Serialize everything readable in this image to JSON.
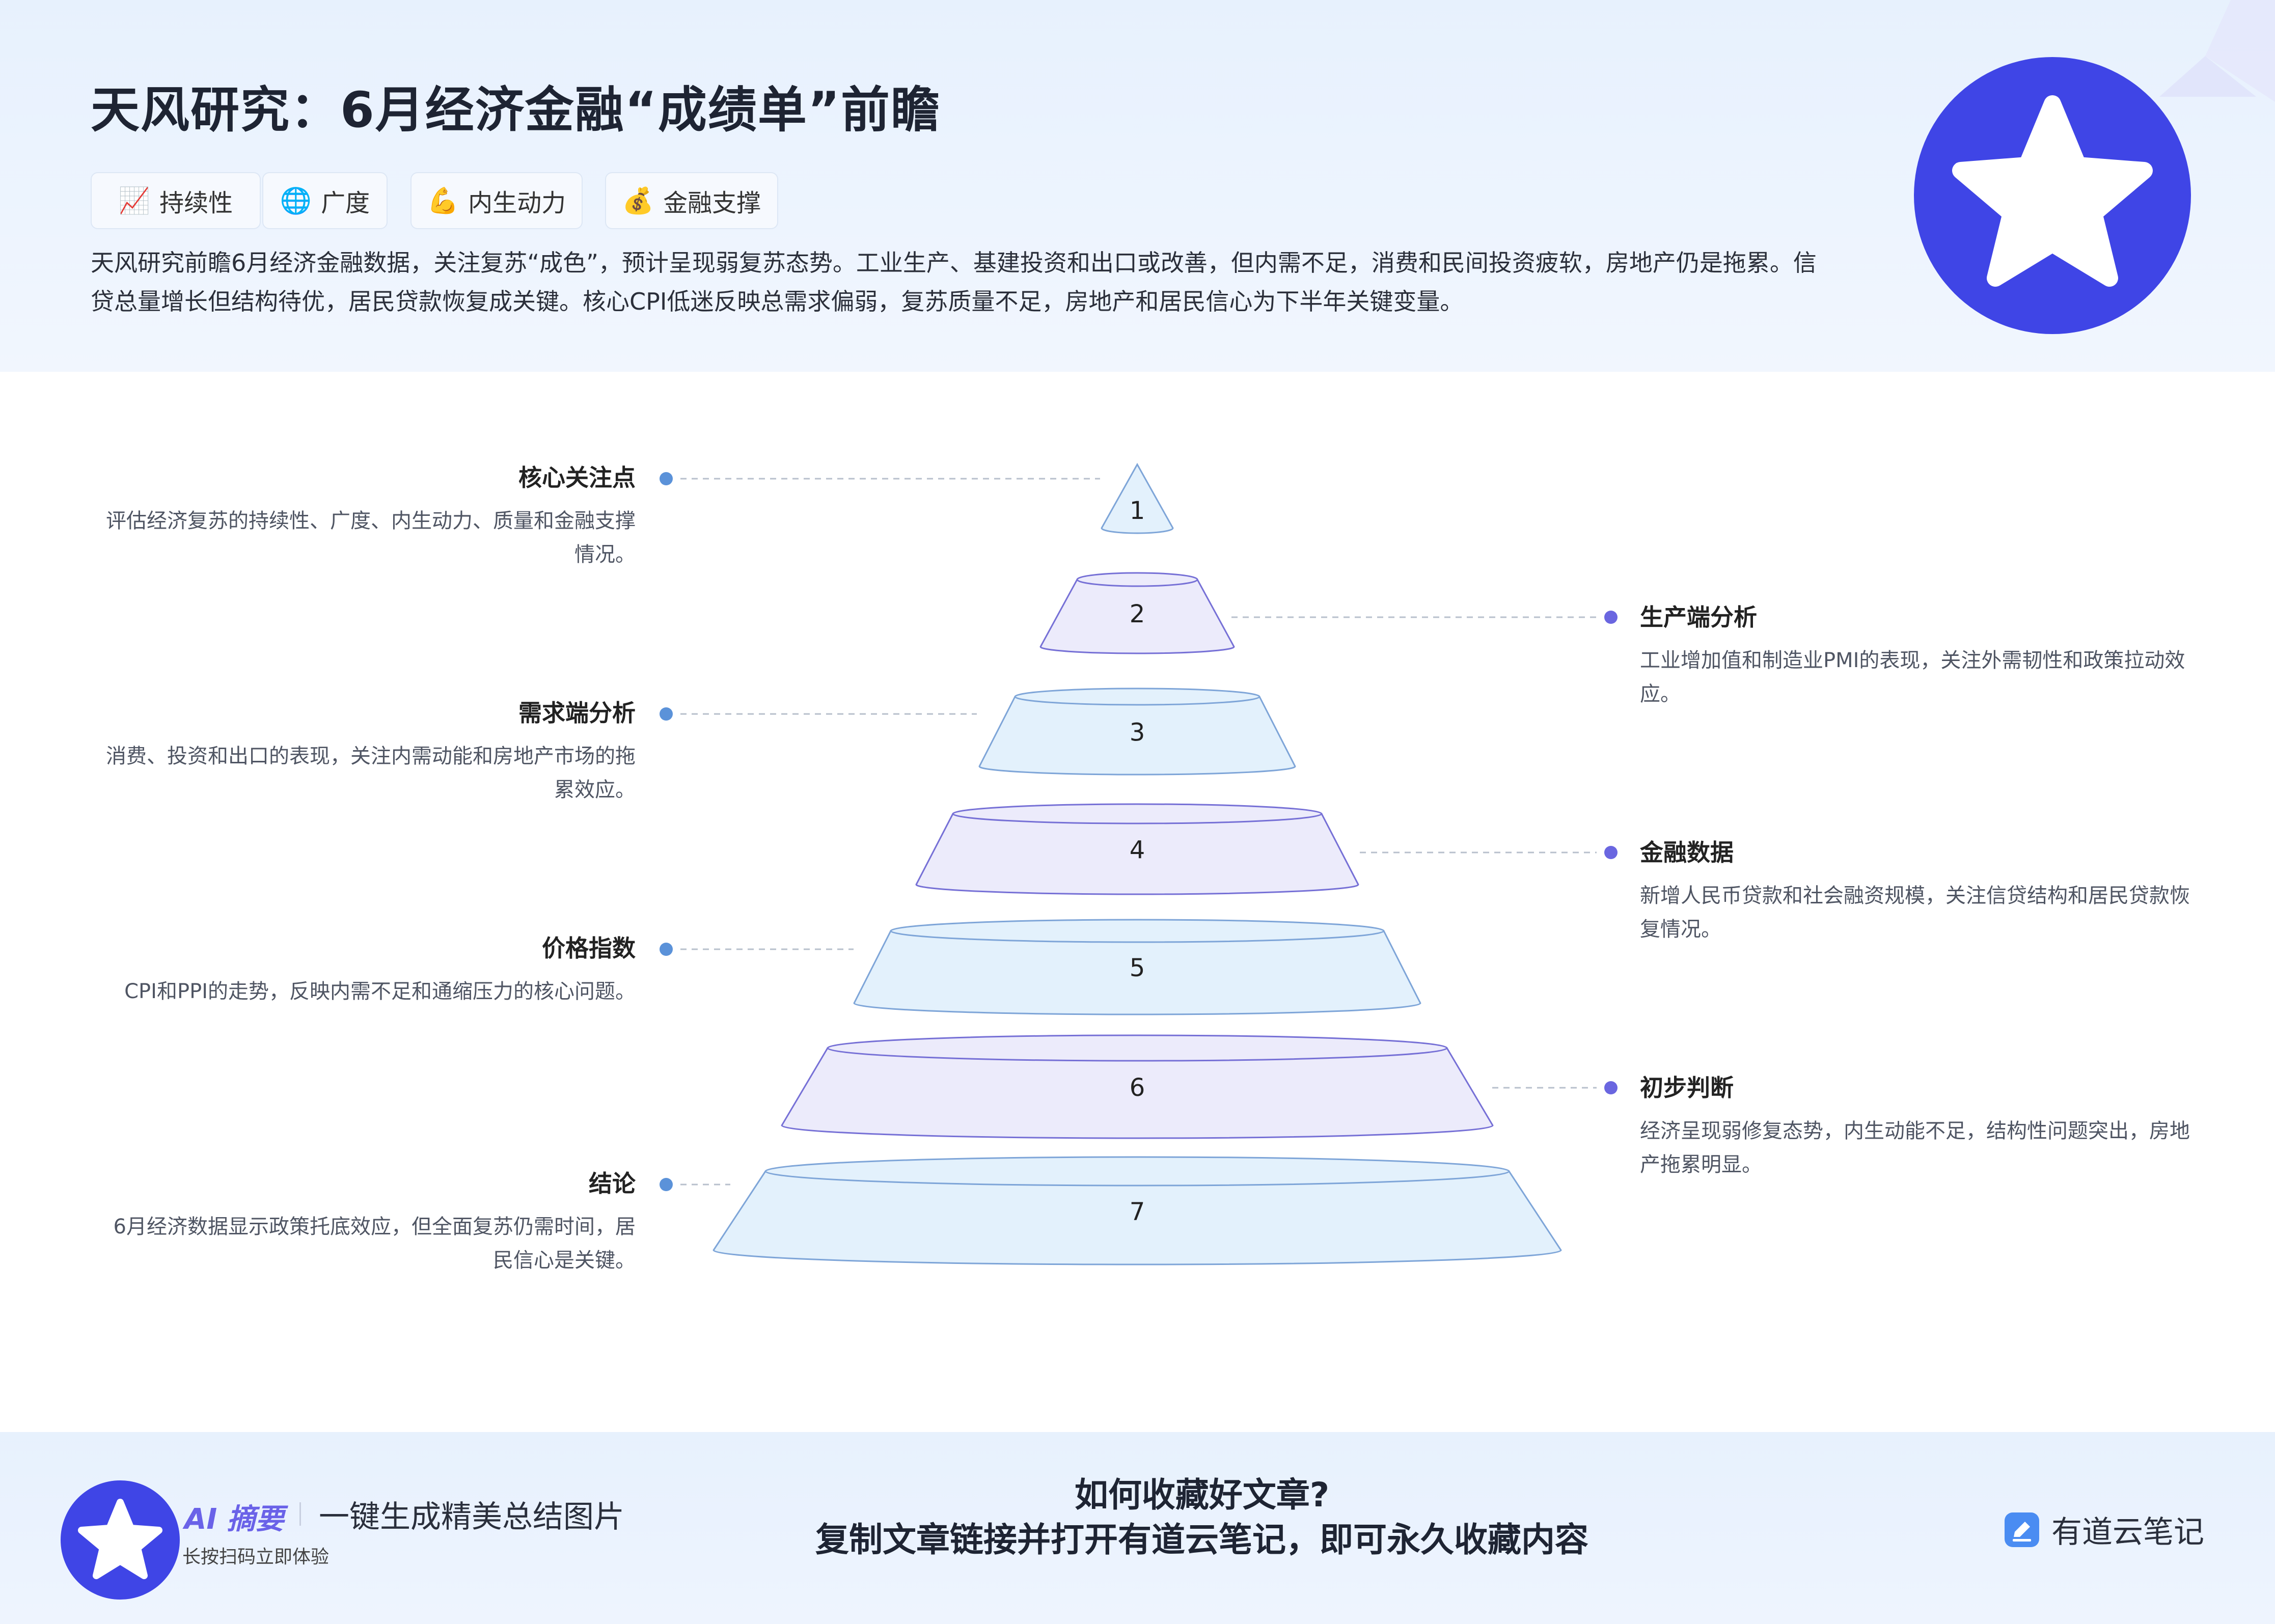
{
  "header": {
    "title": "天风研究：6月经济金融“成绩单”前瞻",
    "tags": [
      {
        "icon": "chart-increasing-icon",
        "emoji": "📈",
        "label": "持续性"
      },
      {
        "icon": "globe-icon",
        "emoji": "🌐",
        "label": "广度"
      },
      {
        "icon": "flexed-biceps-icon",
        "emoji": "💪",
        "label": "内生动力"
      },
      {
        "icon": "money-bag-icon",
        "emoji": "💰",
        "label": "金融支撑"
      }
    ],
    "summary": "天风研究前瞻6月经济金融数据，关注复苏“成色”，预计呈现弱复苏态势。工业生产、基建投资和出口或改善，但内需不足，消费和民间投资疲软，房地产仍是拖累。信贷总量增长但结构待优，居民贷款恢复成关键。核心CPI低迷反映总需求偏弱，复苏质量不足，房地产和居民信心为下半年关键变量。"
  },
  "pyramid": {
    "levels": [
      {
        "number": "1",
        "title": "核心关注点",
        "desc": "评估经济复苏的持续性、广度、内生动力、质量和金融支撑情况。",
        "side": "left"
      },
      {
        "number": "2",
        "title": "生产端分析",
        "desc": "工业增加值和制造业PMI的表现，关注外需韧性和政策拉动效应。",
        "side": "right"
      },
      {
        "number": "3",
        "title": "需求端分析",
        "desc": "消费、投资和出口的表现，关注内需动能和房地产市场的拖累效应。",
        "side": "left"
      },
      {
        "number": "4",
        "title": "金融数据",
        "desc": "新增人民币贷款和社会融资规模，关注信贷结构和居民贷款恢复情况。",
        "side": "right"
      },
      {
        "number": "5",
        "title": "价格指数",
        "desc": "CPI和PPI的走势，反映内需不足和通缩压力的核心问题。",
        "side": "left"
      },
      {
        "number": "6",
        "title": "初步判断",
        "desc": "经济呈现弱修复态势，内生动能不足，结构性问题突出，房地产拖累明显。",
        "side": "right"
      },
      {
        "number": "7",
        "title": "结论",
        "desc": "6月经济数据显示政策托底效应，但全面复苏仍需时间，居民信心是关键。",
        "side": "left"
      }
    ]
  },
  "footer": {
    "ai_logo": "AI 摘要",
    "slogan": "一键生成精美总结图片",
    "sub": "长按扫码立即体验",
    "center_line1": "如何收藏好文章?",
    "center_line2": "复制文章链接并打开有道云笔记，即可永久收藏内容",
    "brand": "有道云笔记"
  },
  "colors": {
    "accent": "#3f45e6",
    "title": "#1e2433",
    "dot_left": "#5b92d9",
    "dot_right": "#6a66e0",
    "tier_blue_fill": "#e3f1fc",
    "tier_blue_stroke": "#7ea5d8",
    "tier_purple_fill": "#ecebfb",
    "tier_purple_stroke": "#7670d6"
  }
}
